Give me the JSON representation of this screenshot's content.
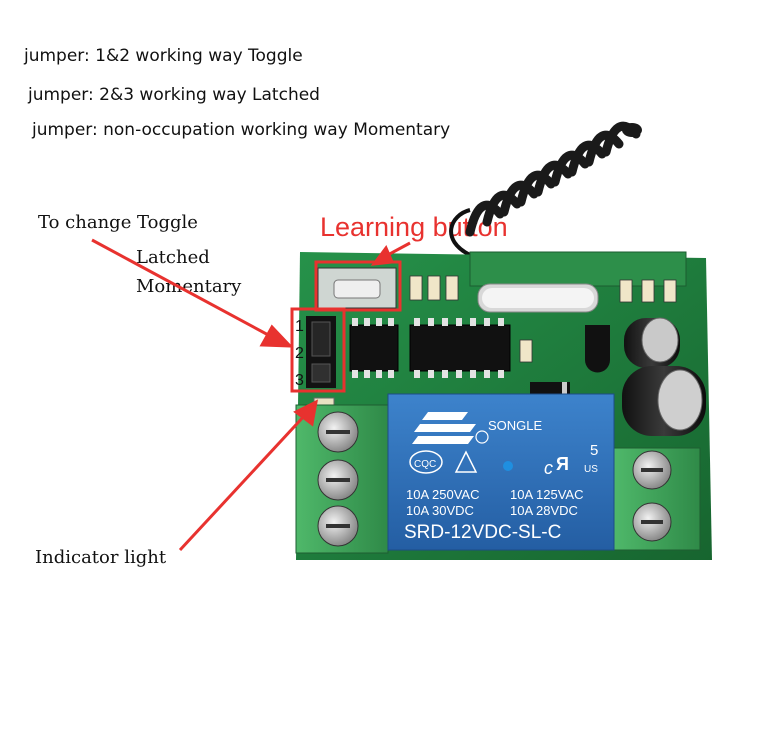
{
  "notes": {
    "line1": "jumper: 1&2 working way Toggle",
    "line2": "jumper: 2&3 working way Latched",
    "line3": "jumper: non-occupation working way Momentary"
  },
  "change_label": {
    "line1": "To  change Toggle",
    "line2": "Latched",
    "line3": "Momentary"
  },
  "learning_button_label": "Learning button",
  "indicator_label": "Indicator light",
  "jumper_pins": [
    "1",
    "2",
    "3"
  ],
  "relay": {
    "brand": "SONGLE",
    "number": "5",
    "cert_cqc": "CQC",
    "cert_us": "US",
    "rating_line1_left": "10A 250VAC",
    "rating_line1_right": "10A 125VAC",
    "rating_line2_left": "10A  30VDC",
    "rating_line2_right": "10A  28VDC",
    "model": "SRD-12VDC-SL-C"
  },
  "colors": {
    "pcb": "#1e7a3c",
    "relay": "#2e6fb8",
    "terminal": "#3fa25a",
    "annotation": "#e8322f"
  }
}
